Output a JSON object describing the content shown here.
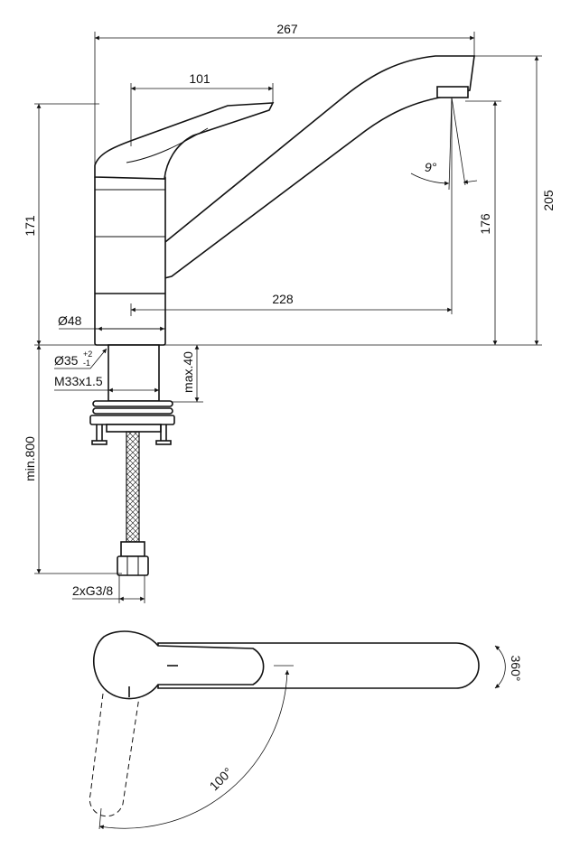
{
  "title": "Single-lever kitchen mixer technical drawing",
  "dimensions": {
    "overall_length": "267",
    "lever_length": "101",
    "body_height": "171",
    "spout_angle": "9°",
    "overall_height": "205",
    "spout_outlet_height": "176",
    "spout_reach": "228",
    "body_diameter": "Ø48",
    "hole_diameter": "Ø35",
    "hole_tol_plus": "+2",
    "hole_tol_minus": "-1",
    "thread": "M33x1.5",
    "deck_thickness": "max.40",
    "hose_length": "min.800",
    "connections": "2xG3/8",
    "spout_rotation": "360°",
    "lever_rotation": "100°"
  },
  "colors": {
    "line": "#111111",
    "background": "#ffffff"
  }
}
